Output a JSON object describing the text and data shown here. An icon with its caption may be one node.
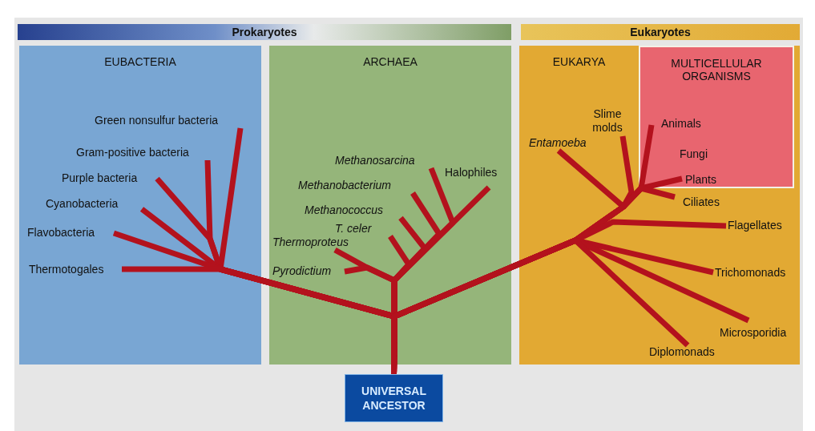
{
  "diagram": {
    "nodes": [
      {
        "text": [
          "Prokaryotes"
        ]
      },
      {
        "text": [
          "Eukaryotes"
        ]
      },
      {
        "text": [
          "EUBACTERIA"
        ]
      },
      {
        "text": [
          "ARCHAEA"
        ]
      },
      {
        "text": [
          "EUKARYA"
        ]
      },
      {
        "text": [
          "MULTICELLULAR ORGANISMS"
        ],
        "in": 4
      },
      {
        "text": [
          "Green nonsulfur bacteria"
        ],
        "in": 2
      },
      {
        "text": [
          "Gram-positive bacteria"
        ],
        "in": 2
      },
      {
        "text": [
          "Purple bacteria"
        ],
        "in": 2
      },
      {
        "text": [
          "Cyanobacteria"
        ],
        "in": 2
      },
      {
        "text": [
          "Flavobacteria"
        ],
        "in": 2
      },
      {
        "text": [
          "Thermotogales"
        ],
        "in": 2
      },
      {
        "text": [
          "Methanosarcina"
        ],
        "in": 3
      },
      {
        "text": [
          "Methanobacterium"
        ],
        "in": 3
      },
      {
        "text": [
          "Methanococcus"
        ],
        "in": 3
      },
      {
        "text": [
          "T. celer"
        ],
        "in": 3
      },
      {
        "text": [
          "Thermoproteus"
        ],
        "in": 3
      },
      {
        "text": [
          "Pyrodictium"
        ],
        "in": 3
      },
      {
        "text": [
          "Halophiles"
        ],
        "in": 3
      },
      {
        "text": [
          "Slime molds"
        ],
        "in": 4
      },
      {
        "text": [
          "Entamoeba"
        ],
        "in": 4
      },
      {
        "text": [
          "Animals"
        ],
        "in": 5
      },
      {
        "text": [
          "Fungi"
        ],
        "in": 5
      },
      {
        "text": [
          "Plants"
        ],
        "in": 5
      },
      {
        "text": [
          "Ciliates"
        ],
        "in": 4
      },
      {
        "text": [
          "Flagellates"
        ],
        "in": 4
      },
      {
        "text": [
          "Trichomonads"
        ],
        "in": 4
      },
      {
        "text": [
          "Microsporidia"
        ],
        "in": 4
      },
      {
        "text": [
          "Diplomonads"
        ],
        "in": 4
      },
      {
        "text": [
          "UNIVERSAL ANCESTOR"
        ]
      }
    ],
    "edges": [
      {
        "from": 29,
        "to": 6,
        "arrow": "none"
      },
      {
        "from": 29,
        "to": 7,
        "arrow": "none"
      },
      {
        "from": 29,
        "to": 8,
        "arrow": "none"
      },
      {
        "from": 29,
        "to": 9,
        "arrow": "none"
      },
      {
        "from": 29,
        "to": 10,
        "arrow": "none"
      },
      {
        "from": 29,
        "to": 11,
        "arrow": "none"
      },
      {
        "from": 29,
        "to": 12,
        "arrow": "none"
      },
      {
        "from": 29,
        "to": 13,
        "arrow": "none"
      },
      {
        "from": 29,
        "to": 14,
        "arrow": "none"
      },
      {
        "from": 29,
        "to": 15,
        "arrow": "none"
      },
      {
        "from": 29,
        "to": 16,
        "arrow": "none"
      },
      {
        "from": 29,
        "to": 17,
        "arrow": "none"
      },
      {
        "from": 29,
        "to": 18,
        "arrow": "none"
      },
      {
        "from": 29,
        "to": 19,
        "arrow": "none"
      },
      {
        "from": 29,
        "to": 20,
        "arrow": "none"
      },
      {
        "from": 29,
        "to": 21,
        "arrow": "none"
      },
      {
        "from": 29,
        "to": 23,
        "arrow": "none"
      },
      {
        "from": 29,
        "to": 24,
        "arrow": "none"
      },
      {
        "from": 29,
        "to": 25,
        "arrow": "none"
      },
      {
        "from": 29,
        "to": 26,
        "arrow": "none"
      },
      {
        "from": 29,
        "to": 27,
        "arrow": "none"
      },
      {
        "from": 29,
        "to": 28,
        "arrow": "none"
      }
    ]
  }
}
